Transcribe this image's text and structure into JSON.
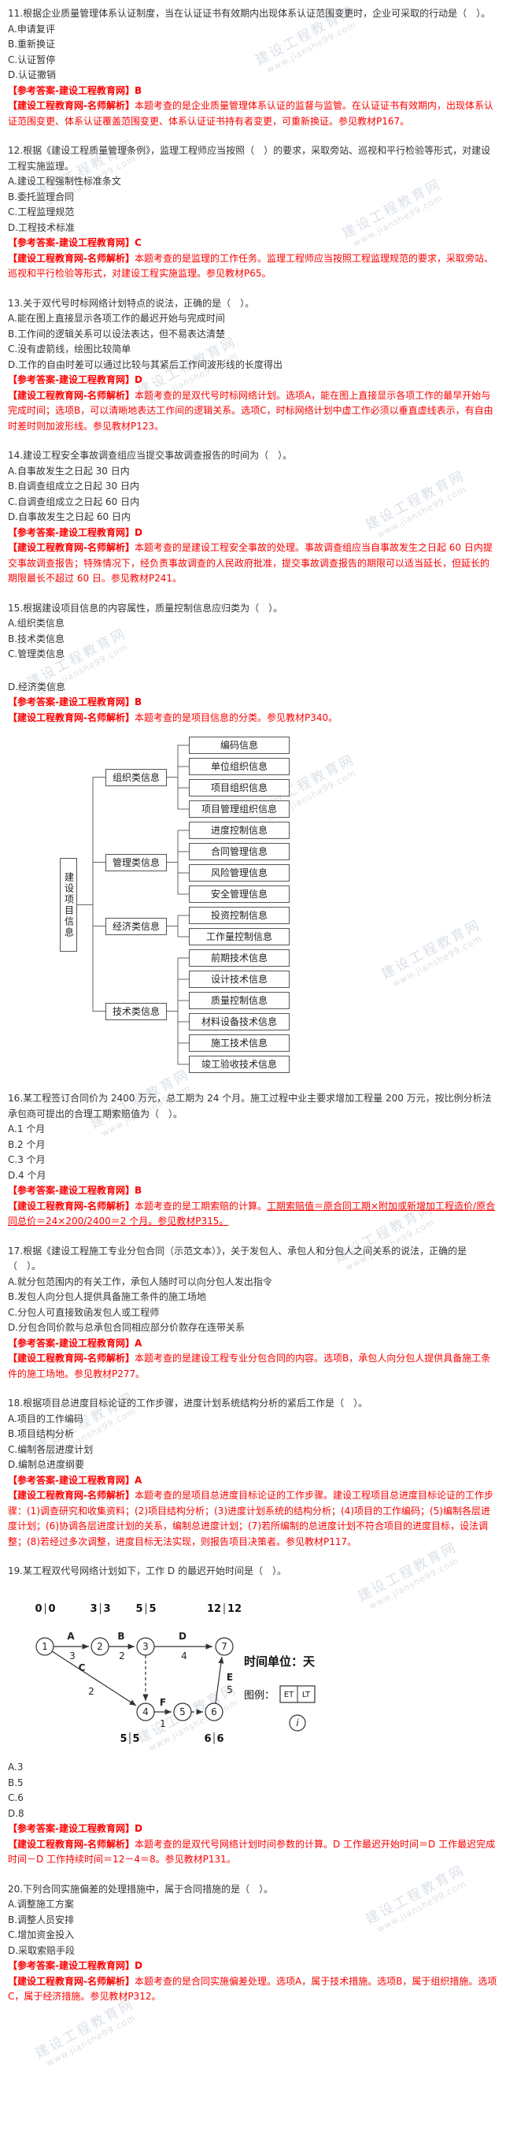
{
  "labels": {
    "answer_prefix": "【参考答案-建设工程教育网】",
    "analysis_prefix": "【建设工程教育网-名师解析】"
  },
  "watermark": {
    "line1": "建设工程教育网",
    "line2": "www.jianshe99.com"
  },
  "colors": {
    "answer_red": "#fe0000",
    "text": "#333333",
    "watermark": "#bcc8d4"
  },
  "questions": [
    {
      "stem": "11.根据企业质量管理体系认证制度，当在认证证书有效期内出现体系认证范围变更时，企业可采取的行动是（　）。",
      "options": [
        "A.申请复评",
        "B.重新换证",
        "C.认证暂停",
        "D.认证撤销"
      ],
      "answer": "B",
      "analysis": "本题考查的是企业质量管理体系认证的监督与监管。在认证证书有效期内，出现体系认证范围变更、体系认证覆盖范围变更、体系认证证书持有者变更，可重新换证。参见教材P167。"
    },
    {
      "stem": "12.根据《建设工程质量管理条例》，监理工程师应当按照（　）的要求，采取旁站、巡视和平行检验等形式，对建设工程实施监理。",
      "options": [
        "A.建设工程强制性标准条文",
        "B.委托监理合同",
        "C.工程监理规范",
        "D.工程技术标准"
      ],
      "answer": "C",
      "analysis": "本题考查的是监理的工作任务。监理工程师应当按照工程监理规范的要求，采取旁站、巡视和平行检验等形式，对建设工程实施监理。参见教材P65。"
    },
    {
      "stem": "13.关于双代号时标网络计划特点的说法，正确的是（　）。",
      "options": [
        "A.能在图上直接显示各项工作的最迟开始与完成时间",
        "B.工作间的逻辑关系可以设法表达，但不易表达清楚",
        "C.没有虚箭线，绘图比较简单",
        "D.工作的自由时差可以通过比较与其紧后工作间波形线的长度得出"
      ],
      "answer": "D",
      "analysis": "本题考查的是双代号时标网络计划。选项A，能在图上直接显示各项工作的最早开始与完成时间；选项B，可以清晰地表达工作间的逻辑关系。选项C，时标网络计划中虚工作必须以垂直虚线表示，有自由时差时则加波形线。参见教材P123。"
    },
    {
      "stem": "14.建设工程安全事故调查组应当提交事故调查报告的时间为（　）。",
      "options": [
        "A.自事故发生之日起 30 日内",
        "B.自调查组成立之日起 30 日内",
        "C.自调查组成立之日起 60 日内",
        "D.自事故发生之日起 60 日内"
      ],
      "answer": "D",
      "analysis": "本题考查的是建设工程安全事故的处理。事故调查组应当自事故发生之日起 60 日内提交事故调查报告；特殊情况下，经负责事故调查的人民政府批准，提交事故调查报告的期限可以适当延长，但延长的期限最长不超过 60 日。参见教材P241。"
    },
    {
      "stem": "15.根据建设项目信息的内容属性，质量控制信息应归类为（　）。",
      "options": [
        "A.组织类信息",
        "B.技术类信息",
        "C.管理类信息",
        "D.经济类信息"
      ],
      "answer": "B",
      "analysis": "本题考查的是项目信息的分类。参见教材P340。"
    },
    {
      "stem": "16.某工程签订合同价为 2400 万元，总工期为 24 个月。施工过程中业主要求增加工程量 200 万元，按比例分析法承包商可提出的合理工期索赔值为（　）。",
      "options": [
        "A.1 个月",
        "B.2 个月",
        "C.3 个月",
        "D.4 个月"
      ],
      "answer": "B",
      "analysis": "本题考查的是工期索赔的计算。",
      "analysis_u": "工期索赔值＝原合同工期×附加或新增加工程造价/原合同总价＝24×200/2400＝2 个月。参见教材P315。"
    },
    {
      "stem": "17.根据《建设工程施工专业分包合同（示范文本）》，关于发包人、承包人和分包人之间关系的说法，正确的是（　）。",
      "options": [
        "A.就分包范围内的有关工作，承包人随时可以向分包人发出指令",
        "B.发包人向分包人提供具备施工条件的施工场地",
        "C.分包人可直接致函发包人或工程师",
        "D.分包合同价款与总承包合同相应部分价款存在连带关系"
      ],
      "answer": "A",
      "analysis": "本题考查的是建设工程专业分包合同的内容。选项B，承包人向分包人提供具备施工条件的施工场地。参见教材P277。"
    },
    {
      "stem": "18.根据项目总进度目标论证的工作步骤，进度计划系统结构分析的紧后工作是（　）。",
      "options": [
        "A.项目的工作编码",
        "B.项目结构分析",
        "C.编制各层进度计划",
        "D.编制总进度纲要"
      ],
      "answer": "A",
      "analysis": "本题考查的是项目总进度目标论证的工作步骤。建设工程项目总进度目标论证的工作步骤：(1)调查研究和收集资料；(2)项目结构分析；(3)进度计划系统的结构分析；(4)项目的工作编码；(5)编制各层进度计划；(6)协调各层进度计划的关系，编制总进度计划；(7)若所编制的总进度计划不符合项目的进度目标，设法调整；(8)若经过多次调整，进度目标无法实现，则报告项目决策者。参见教材P117。"
    },
    {
      "stem": "19.某工程双代号网络计划如下，工作 D 的最迟开始时间是（　）。",
      "options": [
        "A.3",
        "B.5",
        "C.6",
        "D.8"
      ],
      "answer": "D",
      "analysis": "本题考查的是双代号网络计划时间参数的计算。D 工作最迟开始时间＝D 工作最迟完成时间－D 工作持续时间＝12－4＝8。参见教材P131。"
    },
    {
      "stem": "20.下列合同实施偏差的处理措施中，属于合同措施的是（　）。",
      "options": [
        "A.调整施工方案",
        "B.调整人员安排",
        "C.增加资金投入",
        "D.采取索赔手段"
      ],
      "answer": "D",
      "analysis": "本题考查的是合同实施偏差处理。选项A，属于技术措施。选项B，属于组织措施。选项C，属于经济措施。参见教材P312。"
    }
  ],
  "tree": {
    "root": "建设项目信息",
    "branches": [
      {
        "label": "组织类信息",
        "leaves": [
          "编码信息",
          "单位组织信息",
          "项目组织信息",
          "项目管理组织信息"
        ]
      },
      {
        "label": "管理类信息",
        "leaves": [
          "进度控制信息",
          "合同管理信息",
          "风险管理信息",
          "安全管理信息"
        ]
      },
      {
        "label": "经济类信息",
        "leaves": [
          "投资控制信息",
          "工作量控制信息"
        ]
      },
      {
        "label": "技术类信息",
        "leaves": [
          "前期技术信息",
          "设计技术信息",
          "质量控制信息",
          "材料设备技术信息",
          "施工技术信息",
          "竣工验收技术信息"
        ]
      }
    ]
  },
  "network": {
    "nodes": [
      "1",
      "2",
      "3",
      "4",
      "5",
      "6",
      "7"
    ],
    "times": [
      [
        "0",
        "0"
      ],
      [
        "3",
        "3"
      ],
      [
        "5",
        "5"
      ],
      [
        "12",
        "12"
      ],
      [
        "5",
        "5"
      ],
      [
        "6",
        "6"
      ]
    ],
    "edges": [
      {
        "name": "A",
        "dur": "3"
      },
      {
        "name": "B",
        "dur": "2"
      },
      {
        "name": "D",
        "dur": "4"
      },
      {
        "name": "C",
        "dur": "2"
      },
      {
        "name": "F",
        "dur": "1"
      },
      {
        "name": "E",
        "dur": "5"
      }
    ],
    "unit": "时间单位：天",
    "legend": "图例：",
    "et": "ET",
    "lt": "LT",
    "node_symbol": "i"
  }
}
